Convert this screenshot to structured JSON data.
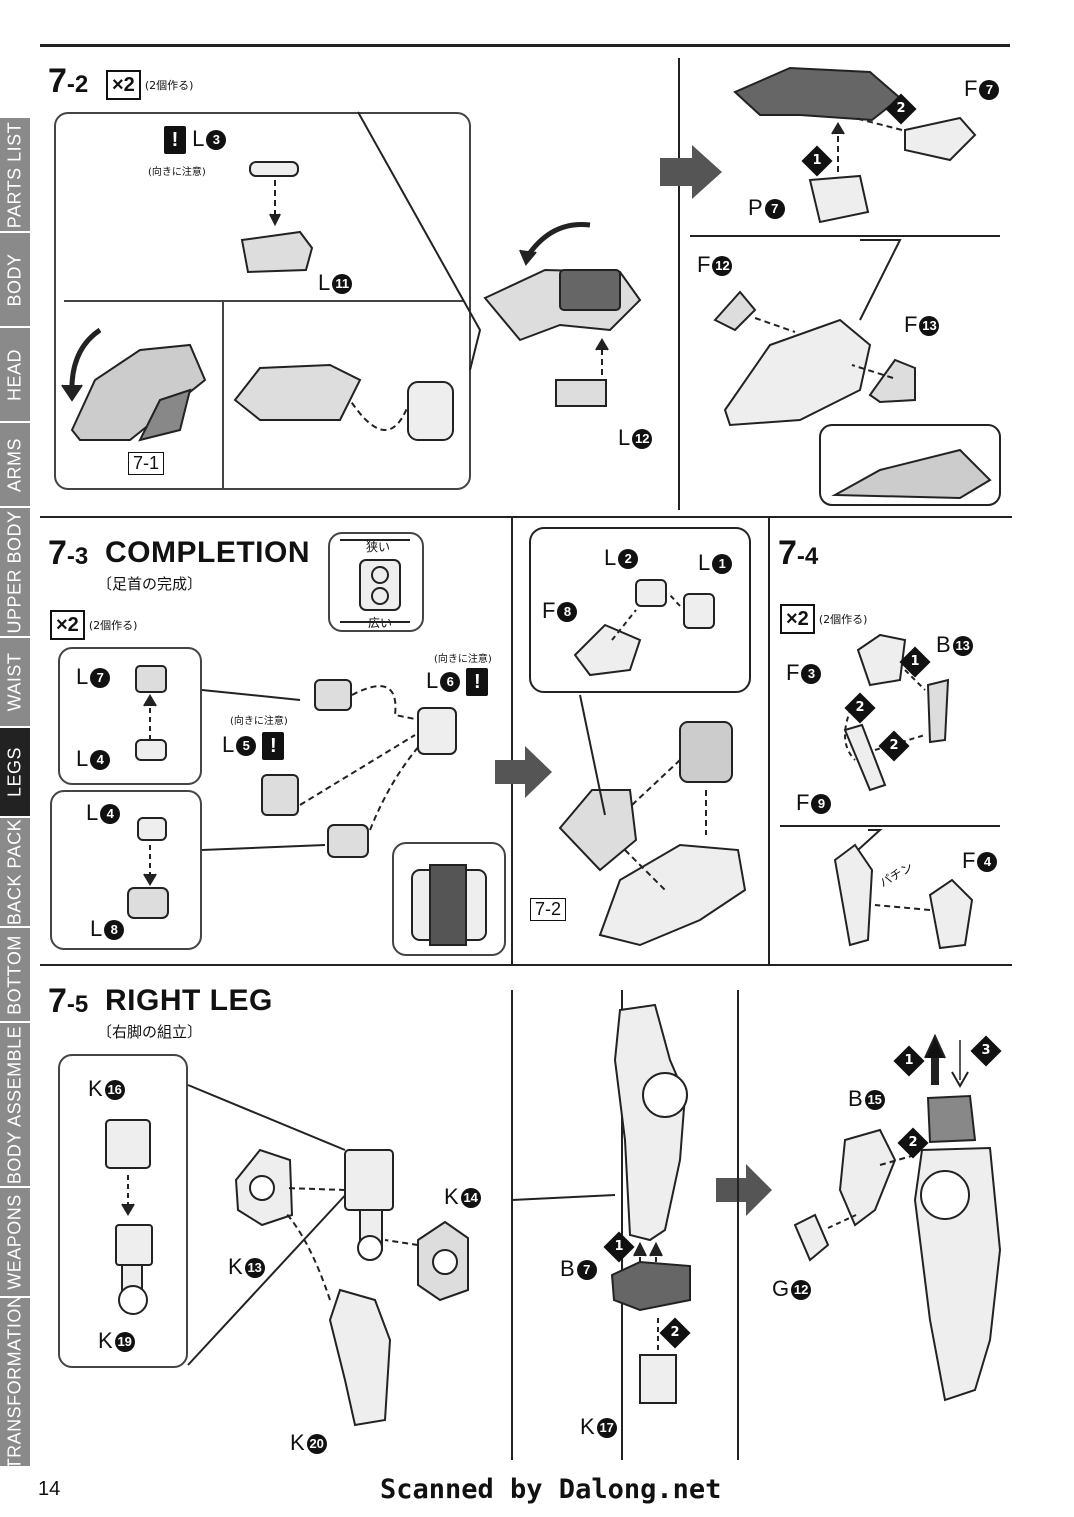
{
  "side_tabs": [
    "PARTS LIST",
    "BODY",
    "HEAD",
    "ARMS",
    "UPPER BODY",
    "WAIST",
    "LEGS",
    "BACK PACK",
    "BOTTOM",
    "BODY ASSEMBLE",
    "WEAPONS",
    "TRANSFORMATION"
  ],
  "active_tab": "LEGS",
  "step72": {
    "num": "7",
    "sub": "-2",
    "x2": "×2",
    "note": "(2個作る)"
  },
  "step73": {
    "num": "7",
    "sub": "-3",
    "title": "COMPLETION",
    "jp": "〔足首の完成〕",
    "x2": "×2",
    "note": "(2個作る)",
    "narrow": "狭い",
    "wide": "広い",
    "caution": "(向きに注意)"
  },
  "step74": {
    "num": "7",
    "sub": "-4",
    "x2": "×2",
    "note": "(2個作る)",
    "snap": "パチン"
  },
  "step75": {
    "num": "7",
    "sub": "-5",
    "title": "RIGHT LEG",
    "jp": "〔右脚の組立〕"
  },
  "caution": "(向きに注意)",
  "labels": {
    "L3": "L",
    "L3n": "3",
    "L11": "L",
    "L11n": "11",
    "L12": "L",
    "L12n": "12",
    "F7": "F",
    "F7n": "7",
    "P7": "P",
    "P7n": "7",
    "F12": "F",
    "F12n": "12",
    "F13": "F",
    "F13n": "13",
    "L7": "L",
    "L7n": "7",
    "L4a": "L",
    "L4an": "4",
    "L4b": "L",
    "L4bn": "4",
    "L8": "L",
    "L8n": "8",
    "L5": "L",
    "L5n": "5",
    "L6": "L",
    "L6n": "6",
    "L2": "L",
    "L2n": "2",
    "L1": "L",
    "L1n": "1",
    "F8": "F",
    "F8n": "8",
    "F3": "F",
    "F3n": "3",
    "B13": "B",
    "B13n": "13",
    "F9": "F",
    "F9n": "9",
    "F4": "F",
    "F4n": "4",
    "K16": "K",
    "K16n": "16",
    "K19": "K",
    "K19n": "19",
    "K13": "K",
    "K13n": "13",
    "K14": "K",
    "K14n": "14",
    "K20": "K",
    "K20n": "20",
    "B7": "B",
    "B7n": "7",
    "K17": "K",
    "K17n": "17",
    "B15": "B",
    "B15n": "15",
    "G12": "G",
    "G12n": "12"
  },
  "refs": {
    "r71": "7-1",
    "r72": "7-2"
  },
  "footer": {
    "page": "14",
    "scan": "Scanned by Dalong.net"
  }
}
